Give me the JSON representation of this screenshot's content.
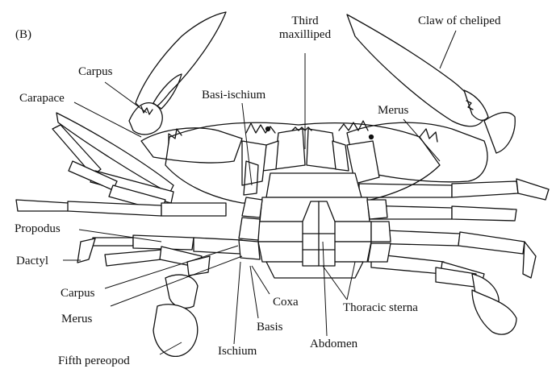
{
  "figure": {
    "panel_label": "(B)",
    "labels": {
      "third_maxilliped_line1": "Third",
      "third_maxilliped_line2": "maxilliped",
      "claw_of_cheliped": "Claw of cheliped",
      "carpus_top": "Carpus",
      "carapace": "Carapace",
      "basi_ischium": "Basi-ischium",
      "merus_right": "Merus",
      "propodus": "Propodus",
      "dactyl": "Dactyl",
      "carpus_bottom": "Carpus",
      "merus_bottom": "Merus",
      "coxa": "Coxa",
      "thoracic_sterna": "Thoracic sterna",
      "basis": "Basis",
      "abdomen": "Abdomen",
      "ischium": "Ischium",
      "fifth_pereopod": "Fifth pereopod"
    }
  }
}
